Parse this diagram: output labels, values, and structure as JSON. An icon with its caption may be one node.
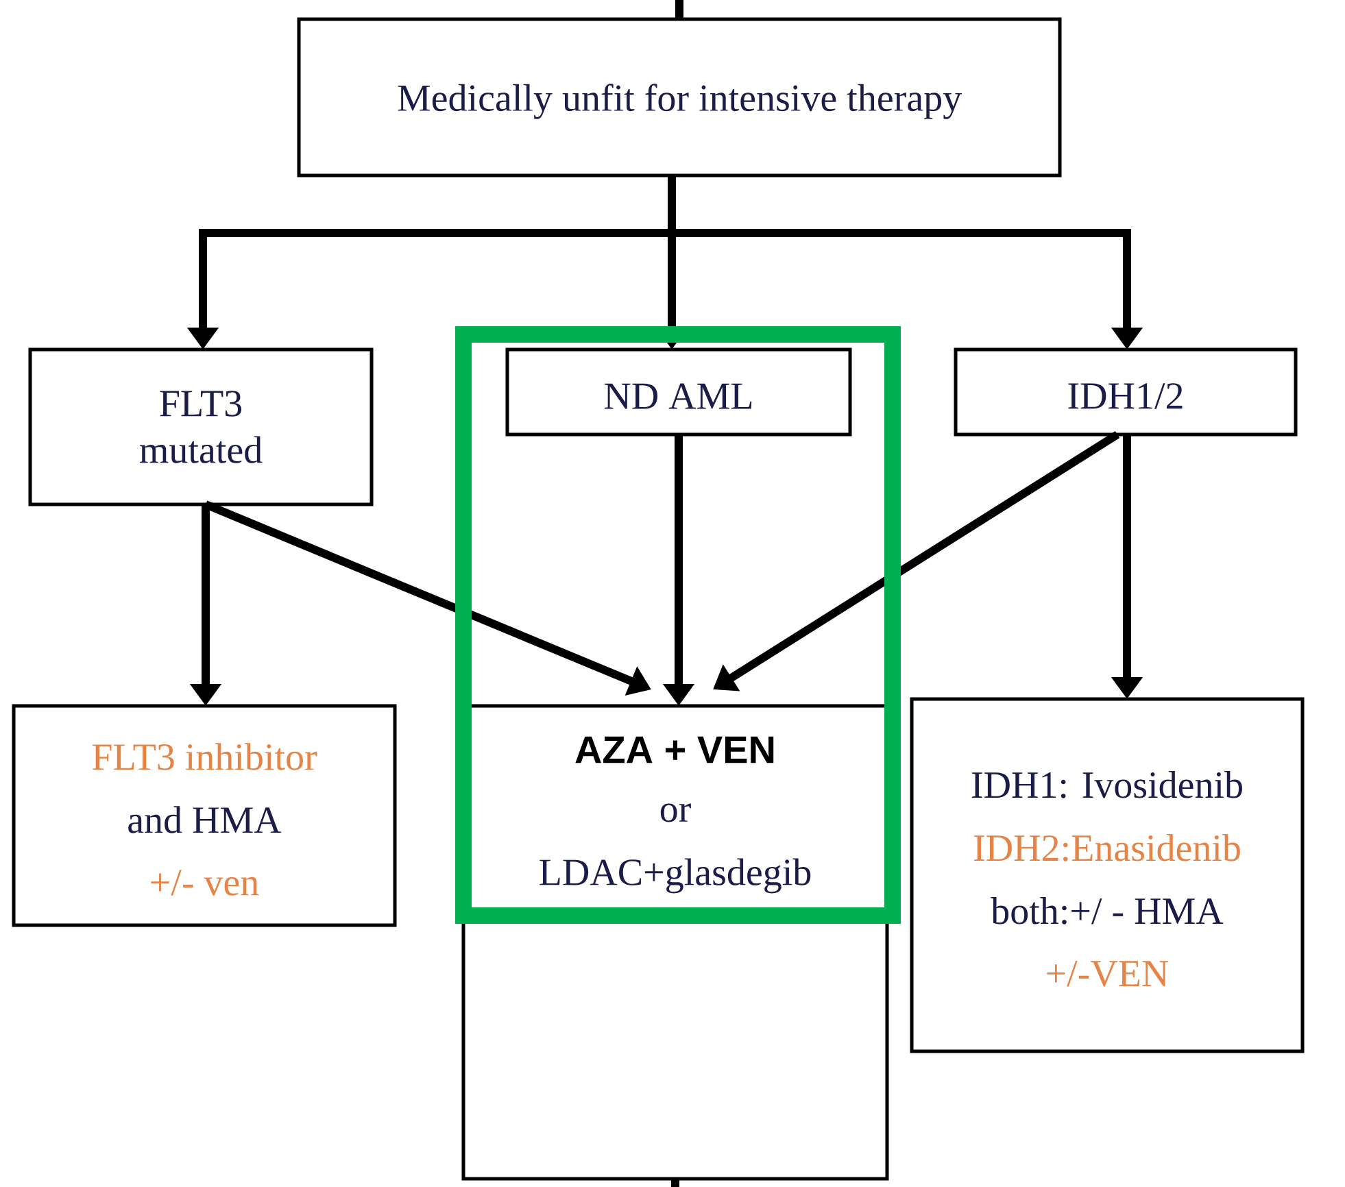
{
  "diagram": {
    "nodes": [
      {
        "text": [
          "Medically unfit for intensive therapy"
        ]
      },
      {
        "text": [
          "FLT3 mutated"
        ]
      },
      {
        "text": [
          "ND AML"
        ]
      },
      {
        "text": [
          "IDH1/2"
        ]
      },
      {
        "text": [
          "FLT3 inhibitor",
          "and HMA",
          "+/- ven"
        ]
      },
      {
        "text": [
          "AZA + VEN",
          "or",
          "LDAC+glasdegib"
        ]
      },
      {
        "text": [
          "IDH1: Ivosidenib",
          "IDH2:Enasidenib",
          "both:+/ - HMA",
          "+/-VEN"
        ]
      }
    ],
    "edges": [
      {
        "from": null,
        "to": 0,
        "arrow": "none"
      },
      {
        "from": 0,
        "to": 1,
        "arrow": "to"
      },
      {
        "from": 0,
        "to": 2,
        "arrow": "to"
      },
      {
        "from": 0,
        "to": 3,
        "arrow": "to"
      },
      {
        "from": 1,
        "to": 4,
        "arrow": "to"
      },
      {
        "from": 1,
        "to": 5,
        "arrow": "to"
      },
      {
        "from": 2,
        "to": 5,
        "arrow": "to"
      },
      {
        "from": 3,
        "to": 5,
        "arrow": "to"
      },
      {
        "from": 3,
        "to": 6,
        "arrow": "to"
      },
      {
        "from": 5,
        "to": null,
        "arrow": "none"
      }
    ]
  }
}
